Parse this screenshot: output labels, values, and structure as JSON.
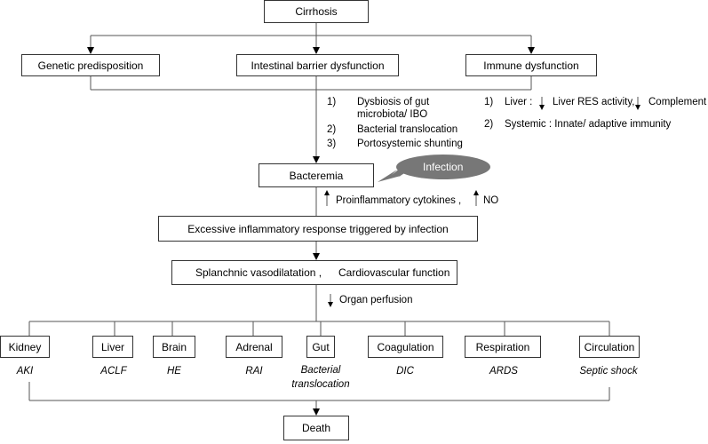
{
  "top": {
    "title": "Cirrhosis"
  },
  "causes": [
    "Genetic predisposition",
    "Intestinal barrier dysfunction",
    "Immune dysfunction"
  ],
  "barrier_items": [
    "1)",
    "Dysbiosis of gut",
    "microbiota/ IBO",
    "2)",
    "Bacterial translocation",
    "3)",
    "Portosystemic shunting"
  ],
  "immune_items": {
    "item1_num": "1)",
    "item1_label": "Liver  :",
    "item1_a": "Liver RES activity,",
    "item1_b": "Complement",
    "item2_num": "2)",
    "item2_label": "Systemic  : Innate/ adaptive immunity"
  },
  "bacteremia": "Bacteremia",
  "infection": "Infection",
  "mediators": {
    "a": "Proinflammatory cytokines ,",
    "b": "NO"
  },
  "inflammatory": "Excessive inflammatory response triggered by infection",
  "vascular": {
    "a": "Splanchnic vasodilatation ,",
    "b": "Cardiovascular function"
  },
  "perfusion": "Organ perfusion",
  "organs": [
    {
      "name": "Kidney",
      "outcome": "AKI"
    },
    {
      "name": "Liver",
      "outcome": "ACLF"
    },
    {
      "name": "Brain",
      "outcome": "HE"
    },
    {
      "name": "Adrenal",
      "outcome": "RAI"
    },
    {
      "name": "Gut",
      "outcome": "Bacterial translocation",
      "outcome_l1": "Bacterial",
      "outcome_l2": "translocation"
    },
    {
      "name": "Coagulation",
      "outcome": "DIC"
    },
    {
      "name": "Respiration",
      "outcome": "ARDS"
    },
    {
      "name": "Circulation",
      "outcome": "Septic shock"
    }
  ],
  "final": "Death"
}
